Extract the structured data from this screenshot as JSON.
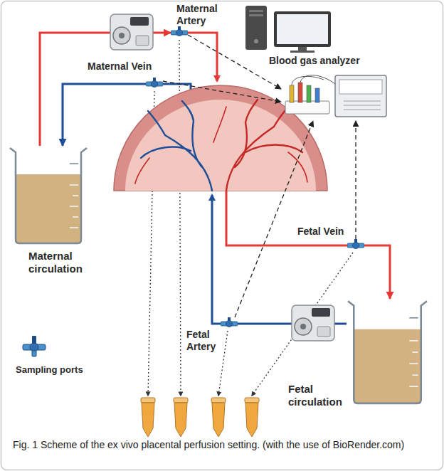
{
  "diagram": {
    "caption": "Fig. 1 Scheme of the ex vivo placental perfusion setting. (with the use of BioRender.com)",
    "nodes": [
      {
        "text": [
          "Maternal Artery"
        ]
      },
      {
        "text": [
          "Blood gas analyzer"
        ]
      },
      {
        "text": [
          "Maternal Vein"
        ]
      },
      {
        "text": [
          "Maternal circulation"
        ]
      },
      {
        "text": [
          "Fetal Vein"
        ]
      },
      {
        "text": [
          "Fetal Artery"
        ]
      },
      {
        "text": [
          "Fetal circulation"
        ]
      }
    ],
    "edges": [
      {
        "from": 3,
        "to": 0,
        "arrow": "to"
      },
      {
        "from": 2,
        "to": 3,
        "arrow": "to"
      },
      {
        "from": 4,
        "to": 6,
        "arrow": "to"
      },
      {
        "from": 6,
        "to": 5,
        "arrow": "none"
      },
      {
        "from": 0,
        "to": 1,
        "arrow": "to"
      },
      {
        "from": 2,
        "to": 1,
        "arrow": "to"
      },
      {
        "from": 5,
        "to": 1,
        "arrow": "to"
      },
      {
        "from": 4,
        "to": 1,
        "arrow": "to"
      }
    ],
    "legend": [
      {
        "text": "Sampling ports"
      }
    ]
  }
}
